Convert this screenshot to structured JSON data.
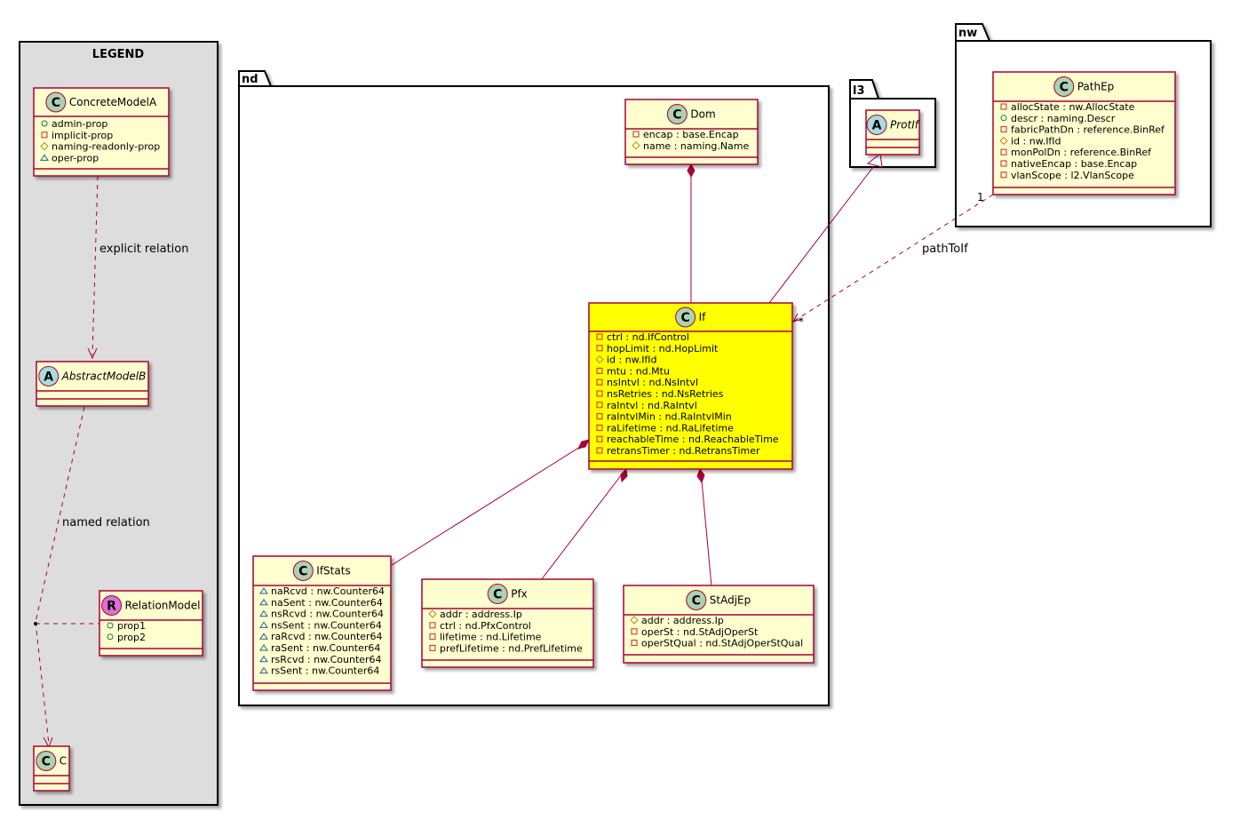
{
  "legend": {
    "title": "LEGEND",
    "concrete": {
      "name": "ConcreteModelA",
      "stereo": "C",
      "attrs": [
        {
          "vis": "+",
          "text": "admin-prop"
        },
        {
          "vis": "-",
          "text": "implicit-prop"
        },
        {
          "vis": "#",
          "text": "naming-readonly-prop"
        },
        {
          "vis": "~",
          "text": "oper-prop"
        }
      ]
    },
    "abstract": {
      "name": "AbstractModelB",
      "stereo": "A"
    },
    "relation": {
      "name": "RelationModel",
      "stereo": "R",
      "attrs": [
        {
          "vis": "+",
          "text": "prop1"
        },
        {
          "vis": "+",
          "text": "prop2"
        }
      ]
    },
    "c": {
      "name": "C",
      "stereo": "C"
    },
    "explicit_label": "explicit relation",
    "named_label": "named relation"
  },
  "packages": {
    "nd": "nd",
    "l3": "l3",
    "nw": "nw"
  },
  "classes": {
    "dom": {
      "name": "Dom",
      "stereo": "C",
      "attrs": [
        {
          "vis": "-",
          "text": "encap : base.Encap"
        },
        {
          "vis": "#",
          "text": "name : naming.Name"
        }
      ]
    },
    "if": {
      "name": "If",
      "stereo": "C",
      "attrs": [
        {
          "vis": "-",
          "text": "ctrl : nd.IfControl"
        },
        {
          "vis": "-",
          "text": "hopLimit : nd.HopLimit"
        },
        {
          "vis": "#",
          "text": "id : nw.IfId"
        },
        {
          "vis": "-",
          "text": "mtu : nd.Mtu"
        },
        {
          "vis": "-",
          "text": "nsIntvl : nd.NsIntvl"
        },
        {
          "vis": "-",
          "text": "nsRetries : nd.NsRetries"
        },
        {
          "vis": "-",
          "text": "raIntvl : nd.RaIntvl"
        },
        {
          "vis": "-",
          "text": "raIntvlMin : nd.RaIntvlMin"
        },
        {
          "vis": "-",
          "text": "raLifetime : nd.RaLifetime"
        },
        {
          "vis": "-",
          "text": "reachableTime : nd.ReachableTime"
        },
        {
          "vis": "-",
          "text": "retransTimer : nd.RetransTimer"
        }
      ]
    },
    "ifstats": {
      "name": "IfStats",
      "stereo": "C",
      "attrs": [
        {
          "vis": "~",
          "text": "naRcvd : nw.Counter64"
        },
        {
          "vis": "~",
          "text": "naSent : nw.Counter64"
        },
        {
          "vis": "~",
          "text": "nsRcvd : nw.Counter64"
        },
        {
          "vis": "~",
          "text": "nsSent : nw.Counter64"
        },
        {
          "vis": "~",
          "text": "raRcvd : nw.Counter64"
        },
        {
          "vis": "~",
          "text": "raSent : nw.Counter64"
        },
        {
          "vis": "~",
          "text": "rsRcvd : nw.Counter64"
        },
        {
          "vis": "~",
          "text": "rsSent : nw.Counter64"
        }
      ]
    },
    "pfx": {
      "name": "Pfx",
      "stereo": "C",
      "attrs": [
        {
          "vis": "#",
          "text": "addr : address.Ip"
        },
        {
          "vis": "-",
          "text": "ctrl : nd.PfxControl"
        },
        {
          "vis": "-",
          "text": "lifetime : nd.Lifetime"
        },
        {
          "vis": "-",
          "text": "prefLifetime : nd.PrefLifetime"
        }
      ]
    },
    "stadjep": {
      "name": "StAdjEp",
      "stereo": "C",
      "attrs": [
        {
          "vis": "#",
          "text": "addr : address.Ip"
        },
        {
          "vis": "-",
          "text": "operSt : nd.StAdjOperSt"
        },
        {
          "vis": "-",
          "text": "operStQual : nd.StAdjOperStQual"
        }
      ]
    },
    "protif": {
      "name": "ProtIf",
      "stereo": "A"
    },
    "pathep": {
      "name": "PathEp",
      "stereo": "C",
      "attrs": [
        {
          "vis": "-",
          "text": "allocState : nw.AllocState"
        },
        {
          "vis": "+",
          "text": "descr : naming.Descr"
        },
        {
          "vis": "-",
          "text": "fabricPathDn : reference.BinRef"
        },
        {
          "vis": "#",
          "text": "id : nw.IfId"
        },
        {
          "vis": "-",
          "text": "monPolDn : reference.BinRef"
        },
        {
          "vis": "-",
          "text": "nativeEncap : base.Encap"
        },
        {
          "vis": "-",
          "text": "vlanScope : l2.VlanScope"
        }
      ]
    }
  },
  "relations": {
    "pathtoif": {
      "label": "pathToIf",
      "src_mult": "1",
      "dst_mult": "*"
    }
  },
  "colors": {
    "class_fill": "#FEFECE",
    "highlight_fill": "#FFFF00",
    "border": "#A80036",
    "legend_fill": "#DDDDDD",
    "stereo_c": "#ADD1B2",
    "stereo_a": "#A9DCDF",
    "stereo_r": "#DA70D6"
  }
}
